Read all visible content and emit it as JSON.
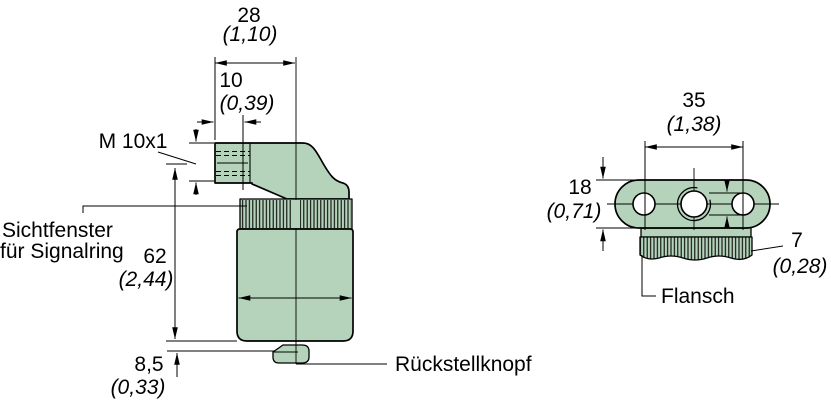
{
  "colors": {
    "part_fill": "#b5d3ba",
    "line": "#000000",
    "background": "#ffffff"
  },
  "side_view": {
    "dim_width": {
      "mm": "28",
      "inch": "(1,10)"
    },
    "dim_thread_length": {
      "mm": "10",
      "inch": "(0,39)"
    },
    "thread_label": "M 10x1",
    "sight_window_label": {
      "line1": "Sichtfenster",
      "line2": "für Signalring"
    },
    "dim_height": {
      "mm": "62",
      "inch": "(2,44)"
    },
    "dim_reset_button": {
      "mm": "8,5",
      "inch": "(0,33)"
    },
    "reset_button_label": "Rückstellknopf"
  },
  "flange_view": {
    "dim_hole_spacing": {
      "mm": "35",
      "inch": "(1,38)"
    },
    "dim_flange_height": {
      "mm": "18",
      "inch": "(0,71)"
    },
    "dim_thread_depth": {
      "mm": "7",
      "inch": "(0,28)"
    },
    "flange_label": "Flansch"
  }
}
